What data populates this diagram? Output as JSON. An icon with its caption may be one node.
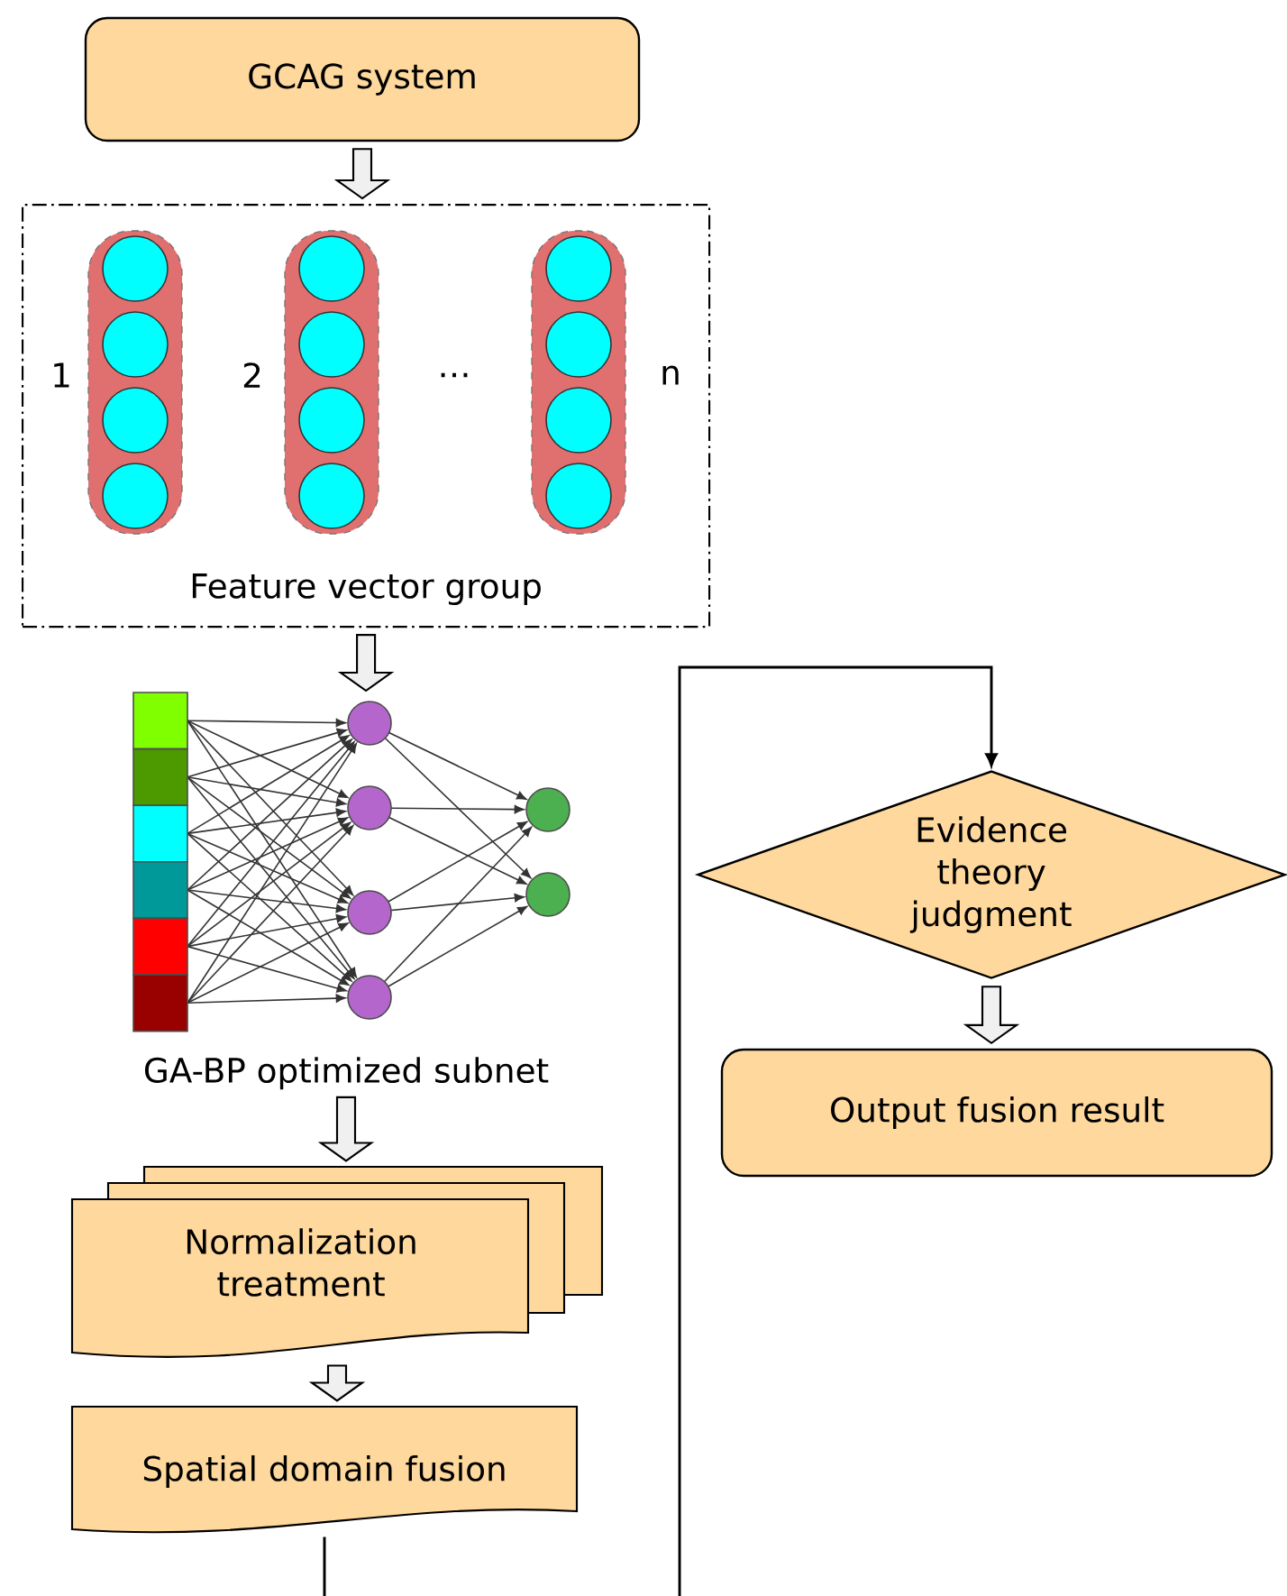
{
  "diagram": {
    "nodes": [
      {
        "text": [
          "GCAG system"
        ]
      },
      {
        "text": [
          "Feature vector group"
        ]
      },
      {
        "text": [],
        "shape": "bar",
        "in": 1,
        "beside": [
          "1"
        ]
      },
      {
        "text": [],
        "shape": "bar",
        "in": 1,
        "beside": [
          "2"
        ]
      },
      {
        "text": [],
        "shape": "bar",
        "in": 1,
        "beside": [
          "n"
        ]
      },
      {
        "text": [
          "GA-BP optimized subnet"
        ]
      },
      {
        "text": [
          "Normalization treatment"
        ]
      },
      {
        "text": [
          "Spatial domain fusion"
        ]
      },
      {
        "text": [
          "Evidence theory judgment"
        ]
      },
      {
        "text": [
          "Output fusion result"
        ]
      }
    ],
    "edges": [
      {
        "from": 0,
        "to": 1,
        "arrow": "to"
      },
      {
        "from": 1,
        "to": 5,
        "arrow": "to"
      },
      {
        "from": 5,
        "to": 6,
        "arrow": "to"
      },
      {
        "from": 6,
        "to": 7,
        "arrow": "to"
      },
      {
        "from": 7,
        "to": null,
        "arrow": "none"
      },
      {
        "from": null,
        "to": 8,
        "arrow": "to"
      },
      {
        "from": 8,
        "to": 9,
        "arrow": "to"
      }
    ],
    "labels": [
      "…"
    ]
  }
}
